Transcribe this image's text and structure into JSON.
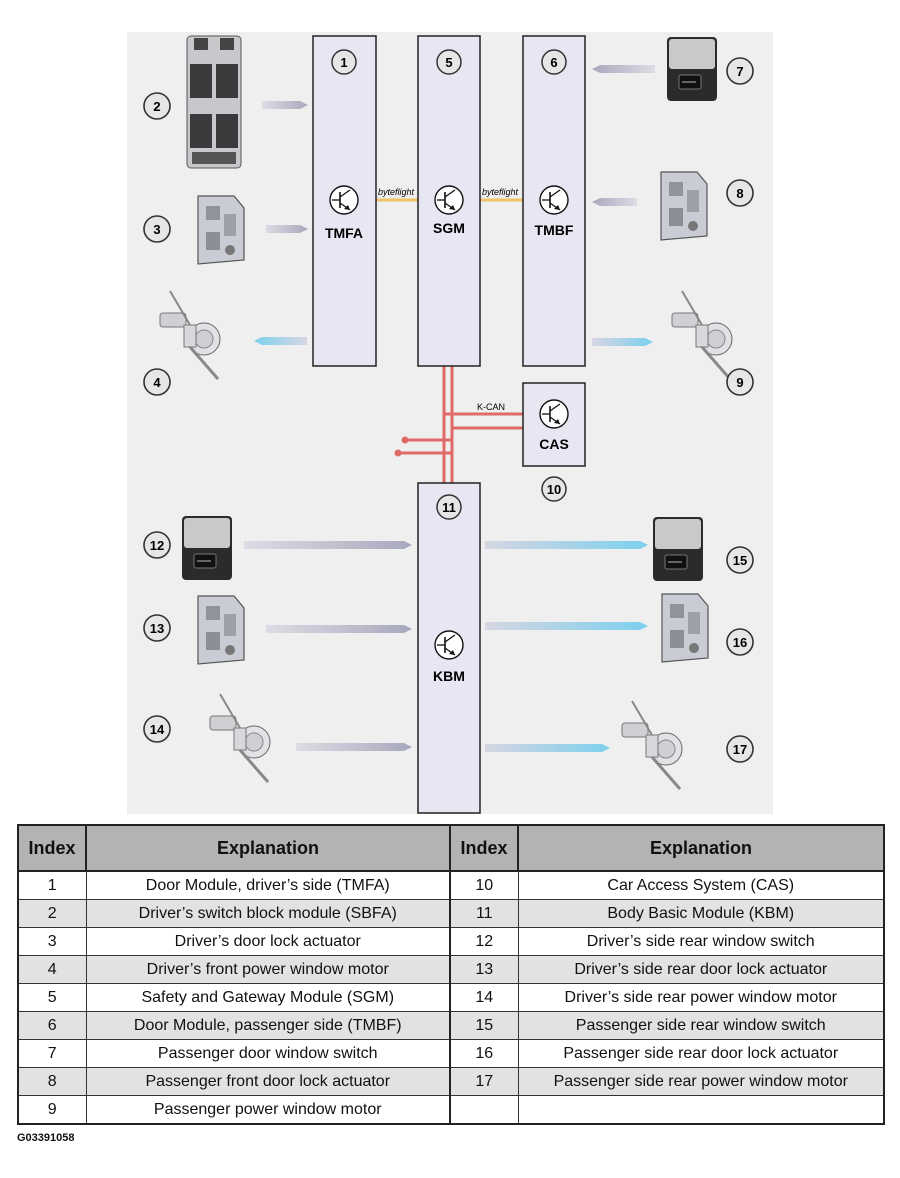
{
  "controllers": [
    {
      "number": "1",
      "name": "TMFA"
    },
    {
      "number": "5",
      "name": "SGM"
    },
    {
      "number": "6",
      "name": "TMBF"
    },
    {
      "number": "10",
      "name": "CAS"
    },
    {
      "number": "11",
      "name": "KBM"
    }
  ],
  "bus_labels": {
    "byteflight_left": "byteflight",
    "byteflight_right": "byteflight",
    "kcan": "K-CAN"
  },
  "components": [
    {
      "number": "2",
      "icon": "window-switch-block-icon"
    },
    {
      "number": "3",
      "icon": "door-lock-actuator-icon"
    },
    {
      "number": "4",
      "icon": "window-motor-icon"
    },
    {
      "number": "7",
      "icon": "window-switch-icon"
    },
    {
      "number": "8",
      "icon": "door-lock-actuator-icon"
    },
    {
      "number": "9",
      "icon": "window-motor-icon"
    },
    {
      "number": "12",
      "icon": "window-switch-icon"
    },
    {
      "number": "13",
      "icon": "door-lock-actuator-icon"
    },
    {
      "number": "14",
      "icon": "window-motor-icon"
    },
    {
      "number": "15",
      "icon": "window-switch-icon"
    },
    {
      "number": "16",
      "icon": "door-lock-actuator-icon"
    },
    {
      "number": "17",
      "icon": "window-motor-icon"
    }
  ],
  "colors": {
    "panel": "#efefef",
    "module": "#e8e6f2",
    "byteflight": "#f0c266",
    "kcan": "#e06a6a",
    "arrow_gray": "#b8b8c8",
    "arrow_blue": "#8ad4ec"
  },
  "legend": {
    "headers": {
      "index_left": "Index",
      "explanation_left": "Explanation",
      "index_right": "Index",
      "explanation_right": "Explanation"
    },
    "rows": [
      {
        "i1": "1",
        "e1": "Door Module, driver’s side (TMFA)",
        "i2": "10",
        "e2": "Car Access System (CAS)"
      },
      {
        "i1": "2",
        "e1": "Driver’s switch block module (SBFA)",
        "i2": "11",
        "e2": "Body Basic Module (KBM)"
      },
      {
        "i1": "3",
        "e1": "Driver’s door lock actuator",
        "i2": "12",
        "e2": "Driver’s side rear window switch"
      },
      {
        "i1": "4",
        "e1": "Driver’s front power window motor",
        "i2": "13",
        "e2": "Driver’s side rear door lock actuator"
      },
      {
        "i1": "5",
        "e1": "Safety and Gateway Module (SGM)",
        "i2": "14",
        "e2": "Driver’s side rear power window motor"
      },
      {
        "i1": "6",
        "e1": "Door Module, passenger side (TMBF)",
        "i2": "15",
        "e2": "Passenger side rear window switch"
      },
      {
        "i1": "7",
        "e1": "Passenger door window switch",
        "i2": "16",
        "e2": "Passenger side rear door lock actuator"
      },
      {
        "i1": "8",
        "e1": "Passenger front door lock actuator",
        "i2": "17",
        "e2": "Passenger side rear power window motor"
      },
      {
        "i1": "9",
        "e1": "Passenger power window motor",
        "i2": "",
        "e2": ""
      }
    ]
  },
  "figure_id": "G03391058"
}
